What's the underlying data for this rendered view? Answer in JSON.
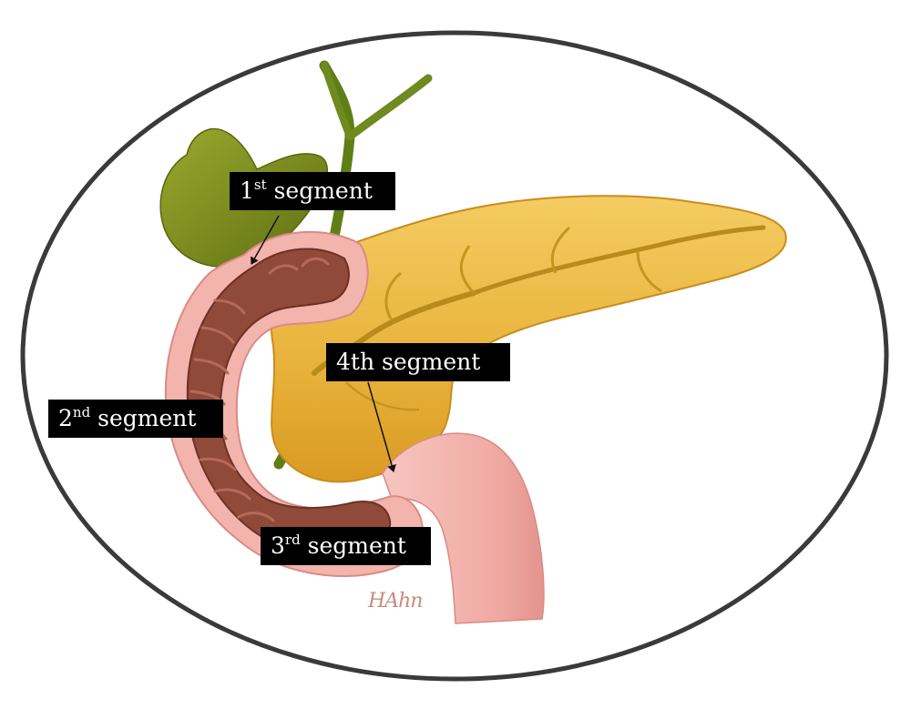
{
  "labels": {
    "seg1": {
      "number": "1",
      "ordinal": "st",
      "word": "segment"
    },
    "seg2": {
      "number": "2",
      "ordinal": "nd",
      "word": "segment"
    },
    "seg3": {
      "number": "3",
      "ordinal": "rd",
      "word": "segment"
    },
    "seg4": {
      "text": "4th segment"
    }
  },
  "signature": "HAhn",
  "colors": {
    "frame": "#3a3a3a",
    "label_bg": "#000000",
    "label_text": "#ffffff",
    "gallbladder": "#7d8f1c",
    "bile_duct": "#6f8a1e",
    "pancreas": "#e8b23a",
    "pancreatic_duct": "#b98a1c",
    "duodenum_wall": "#f2b4ad",
    "duodenum_mucosa": "#8f4a3a",
    "jejunum": "#f4bcb6"
  },
  "icons": [
    "arrow-icon"
  ]
}
